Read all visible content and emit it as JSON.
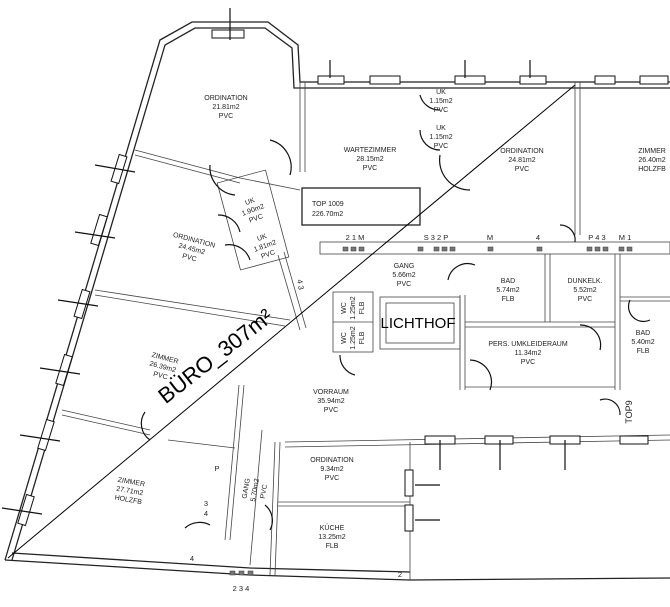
{
  "title": "BÜRO_307m²",
  "top": {
    "name": "TOP 1009",
    "area": "226.70m2"
  },
  "neighbor_label": "TOP9",
  "lichthof": "LICHTHOF",
  "rooms": [
    {
      "name": "ORDINATION",
      "area": "21.81m2",
      "floor": "PVC"
    },
    {
      "name": "WARTEZIMMER",
      "area": "28.15m2",
      "floor": "PVC"
    },
    {
      "name": "UK",
      "area": "1.15m2",
      "floor": "PVC"
    },
    {
      "name": "UK",
      "area": "1.15m2",
      "floor": "PVC"
    },
    {
      "name": "ORDINATION",
      "area": "24.81m2",
      "floor": "PVC"
    },
    {
      "name": "ZIMMER",
      "area": "26.40m2",
      "floor": "HOLZFB"
    },
    {
      "name": "UK",
      "area": "1.90m2",
      "floor": "PVC"
    },
    {
      "name": "UK",
      "area": "1.81m2",
      "floor": "PVC"
    },
    {
      "name": "ORDINATION",
      "area": "24.45m2",
      "floor": "PVC"
    },
    {
      "name": "GANG",
      "area": "5.66m2",
      "floor": "PVC"
    },
    {
      "name": "BAD",
      "area": "5.74m2",
      "floor": "FLB"
    },
    {
      "name": "DUNKELK.",
      "area": "5.52m2",
      "floor": "PVC"
    },
    {
      "name": "BAD",
      "area": "5.40m2",
      "floor": "FLB"
    },
    {
      "name": "WC",
      "area": "1.25m2",
      "floor": "FLB"
    },
    {
      "name": "WC",
      "area": "1.25m2",
      "floor": "FLB"
    },
    {
      "name": "PERS. UMKLEIDERAUM",
      "area": "11.34m2",
      "floor": "PVC"
    },
    {
      "name": "ZIMMER",
      "area": "26.39m2",
      "floor": "PVC"
    },
    {
      "name": "VORRAUM",
      "area": "35.94m2",
      "floor": "PVC"
    },
    {
      "name": "ZIMMER",
      "area": "27.71m2",
      "floor": "HOLZFB"
    },
    {
      "name": "ORDINATION",
      "area": "9.34m2",
      "floor": "PVC"
    },
    {
      "name": "KÜCHE",
      "area": "13.25m2",
      "floor": "FLB"
    },
    {
      "name": "GANG",
      "area": "5.70m2",
      "floor": "PVC"
    }
  ],
  "markers": [
    "2 1 M",
    "S 3 2 P",
    "M",
    "4",
    "P 4 3",
    "M 1",
    "4 3",
    "P",
    "3",
    "4",
    "4",
    "2",
    "2 3 4"
  ]
}
